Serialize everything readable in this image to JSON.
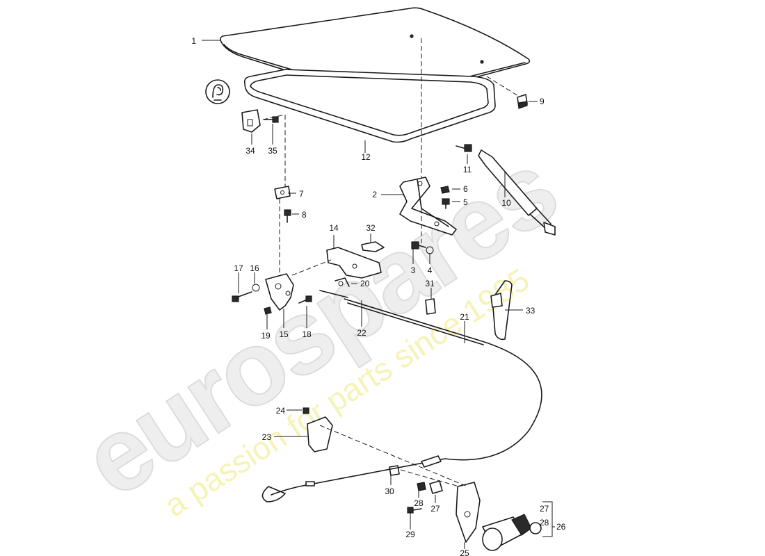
{
  "watermark": {
    "brand": "eurospares",
    "tagline": "a passion for parts since 1985"
  },
  "symbol": {
    "icon": "lock-keyhole-icon"
  },
  "callouts": {
    "c1": "1",
    "c2": "2",
    "c3": "3",
    "c4": "4",
    "c5": "5",
    "c6": "6",
    "c7": "7",
    "c8": "8",
    "c9": "9",
    "c10": "10",
    "c11": "11",
    "c12": "12",
    "c14": "14",
    "c15": "15",
    "c16": "16",
    "c17": "17",
    "c18": "18",
    "c19": "19",
    "c20": "20",
    "c21": "21",
    "c22": "22",
    "c23": "23",
    "c24": "24",
    "c25": "25",
    "c26": "26",
    "c27a": "27",
    "c27b": "27",
    "c28a": "28",
    "c28b": "28",
    "c29": "29",
    "c30": "30",
    "c31": "31",
    "c32": "32",
    "c33": "33",
    "c34": "34",
    "c35": "35"
  }
}
